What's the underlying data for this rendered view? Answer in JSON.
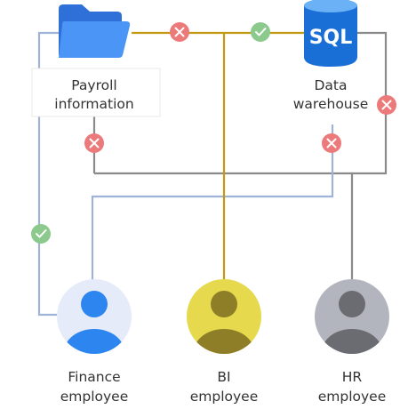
{
  "nodes": {
    "payroll": {
      "label_lines": [
        "Payroll",
        "information"
      ],
      "icon": "folder-icon"
    },
    "warehouse": {
      "label_lines": [
        "Data",
        "warehouse"
      ],
      "icon": "sql-database-icon",
      "icon_text": "SQL"
    },
    "finance": {
      "label_lines": [
        "Finance",
        "employee"
      ],
      "icon": "person-icon"
    },
    "bi": {
      "label_lines": [
        "BI",
        "employee"
      ],
      "icon": "person-icon"
    },
    "hr": {
      "label_lines": [
        "HR",
        "employee"
      ],
      "icon": "person-icon"
    }
  },
  "access": {
    "bi_to_payroll": "denied",
    "bi_to_warehouse": "allowed",
    "hr_to_warehouse": "denied",
    "hr_to_payroll": "denied",
    "finance_to_warehouse": "denied",
    "finance_to_payroll": "allowed"
  },
  "colors": {
    "finance_line": "#9fb2d8",
    "bi_line": "#c19a12",
    "hr_line": "#8a8a8a",
    "allowed_badge": "#8cc98c",
    "denied_badge": "#ec7a7a",
    "folder_blue": "#3a86f0",
    "database_blue": "#1a6fd6",
    "finance_avatar_bg": "#e6ebfa",
    "finance_avatar_fg": "#2d86f0",
    "bi_avatar_bg": "#e6d94d",
    "bi_avatar_fg": "#8d7e27",
    "hr_avatar_bg": "#b3b5be",
    "hr_avatar_fg": "#6b6c72"
  }
}
